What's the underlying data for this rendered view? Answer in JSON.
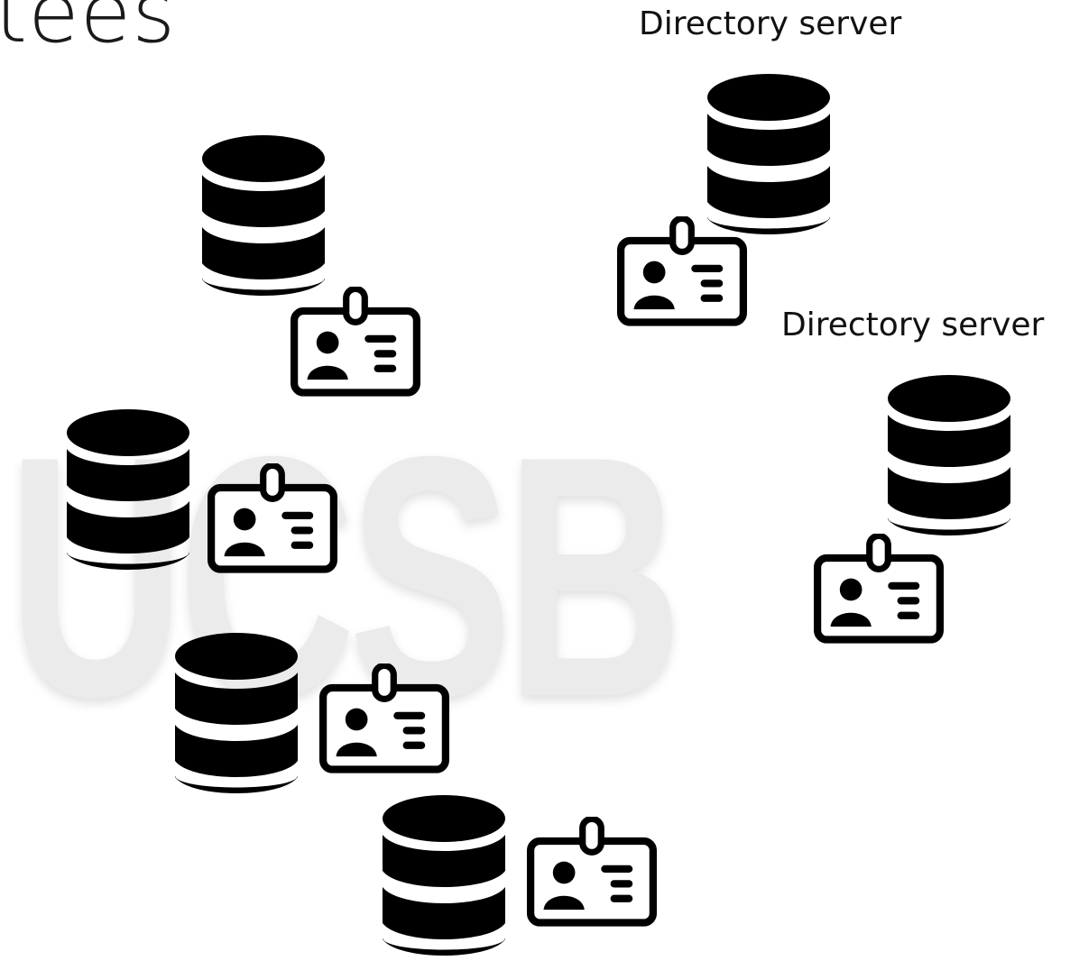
{
  "title": "tees",
  "watermark": "UCSB",
  "labels": {
    "directory_server_1": "Directory server",
    "directory_server_2": "Directory server"
  },
  "colors": {
    "icon": "#000000",
    "watermark": "#ebebeb",
    "background": "#ffffff"
  },
  "nodes": [
    {
      "name": "server-node-1",
      "icons": [
        "database-icon",
        "id-card-icon"
      ]
    },
    {
      "name": "server-node-2",
      "icons": [
        "database-icon",
        "id-card-icon"
      ]
    },
    {
      "name": "server-node-3",
      "icons": [
        "database-icon",
        "id-card-icon"
      ]
    },
    {
      "name": "server-node-4",
      "icons": [
        "database-icon",
        "id-card-icon"
      ]
    },
    {
      "name": "directory-server-node-1",
      "icons": [
        "database-icon",
        "id-card-icon"
      ]
    },
    {
      "name": "directory-server-node-2",
      "icons": [
        "database-icon",
        "id-card-icon"
      ]
    }
  ]
}
